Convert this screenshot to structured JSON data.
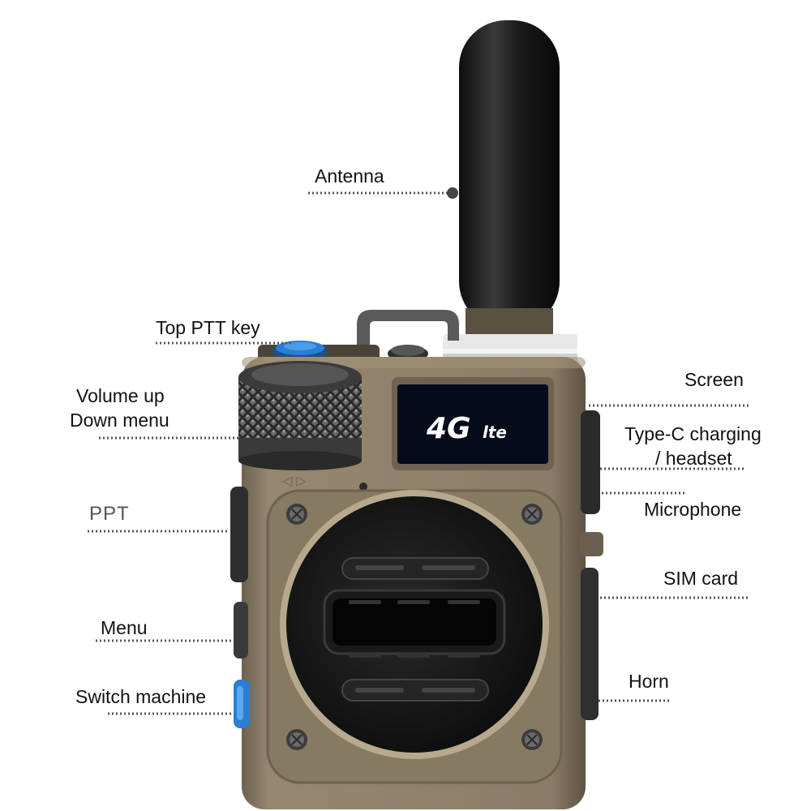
{
  "image": {
    "subject": "4G LTE handheld walkie-talkie",
    "colors": {
      "body": "#8a7c66",
      "body_dark": "#5e5343",
      "antenna": "#1d1d1d",
      "speaker": "#1a1a1a",
      "screen_bg": "#050b1a",
      "screen_text": "#ffffff",
      "accent_blue": "#2a7fd4",
      "leader_line": "#555555"
    }
  },
  "screen": {
    "text_big": "4G",
    "text_small": "lte"
  },
  "labels": {
    "antenna": "Antenna",
    "top_ptt_key": "Top PTT key",
    "volume_line1": "Volume up",
    "volume_line2": "Down menu",
    "ppt": "PPT",
    "menu": "Menu",
    "switch_machine": "Switch machine",
    "screen": "Screen",
    "typec_line1": "Type-C charging",
    "typec_line2": "/ headset",
    "microphone": "Microphone",
    "sim_card": "SIM card",
    "horn": "Horn"
  }
}
